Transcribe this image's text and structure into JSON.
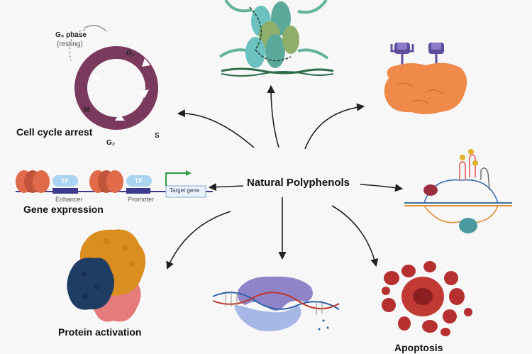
{
  "center": {
    "label": "Natural Polyphenols"
  },
  "cell_cycle": {
    "label": "Cell cycle arrest",
    "g0_phase": "G₀ phase",
    "g0_note": "(resting)",
    "g1": "G₁",
    "m": "M",
    "g2": "G₂",
    "s": "S"
  },
  "gene_expression": {
    "label": "Gene expression",
    "tf_1": "TF",
    "tf_2": "TF",
    "enhancer": "Enhancer",
    "promoter": "Promoter",
    "target_gene": "Target gene"
  },
  "protein_activation": {
    "label": "Protein activation"
  },
  "apoptosis": {
    "label": "Apoptosis"
  },
  "colors": {
    "arrow": "#222222",
    "cell_cycle_ring": "#7a3a5e",
    "nucleosome": "#e06a4a",
    "tf_box": "#a9d3f0",
    "dna": "#3b3a8c",
    "receptor": "#5e4d9c",
    "membrane_protein": "#f08a4b",
    "protein_orange": "#d98e1f",
    "protein_navy": "#1f3d63",
    "protein_pink": "#e57b7b",
    "apoptosis_red": "#b5302f",
    "chromatin_green": "#62b39a"
  }
}
